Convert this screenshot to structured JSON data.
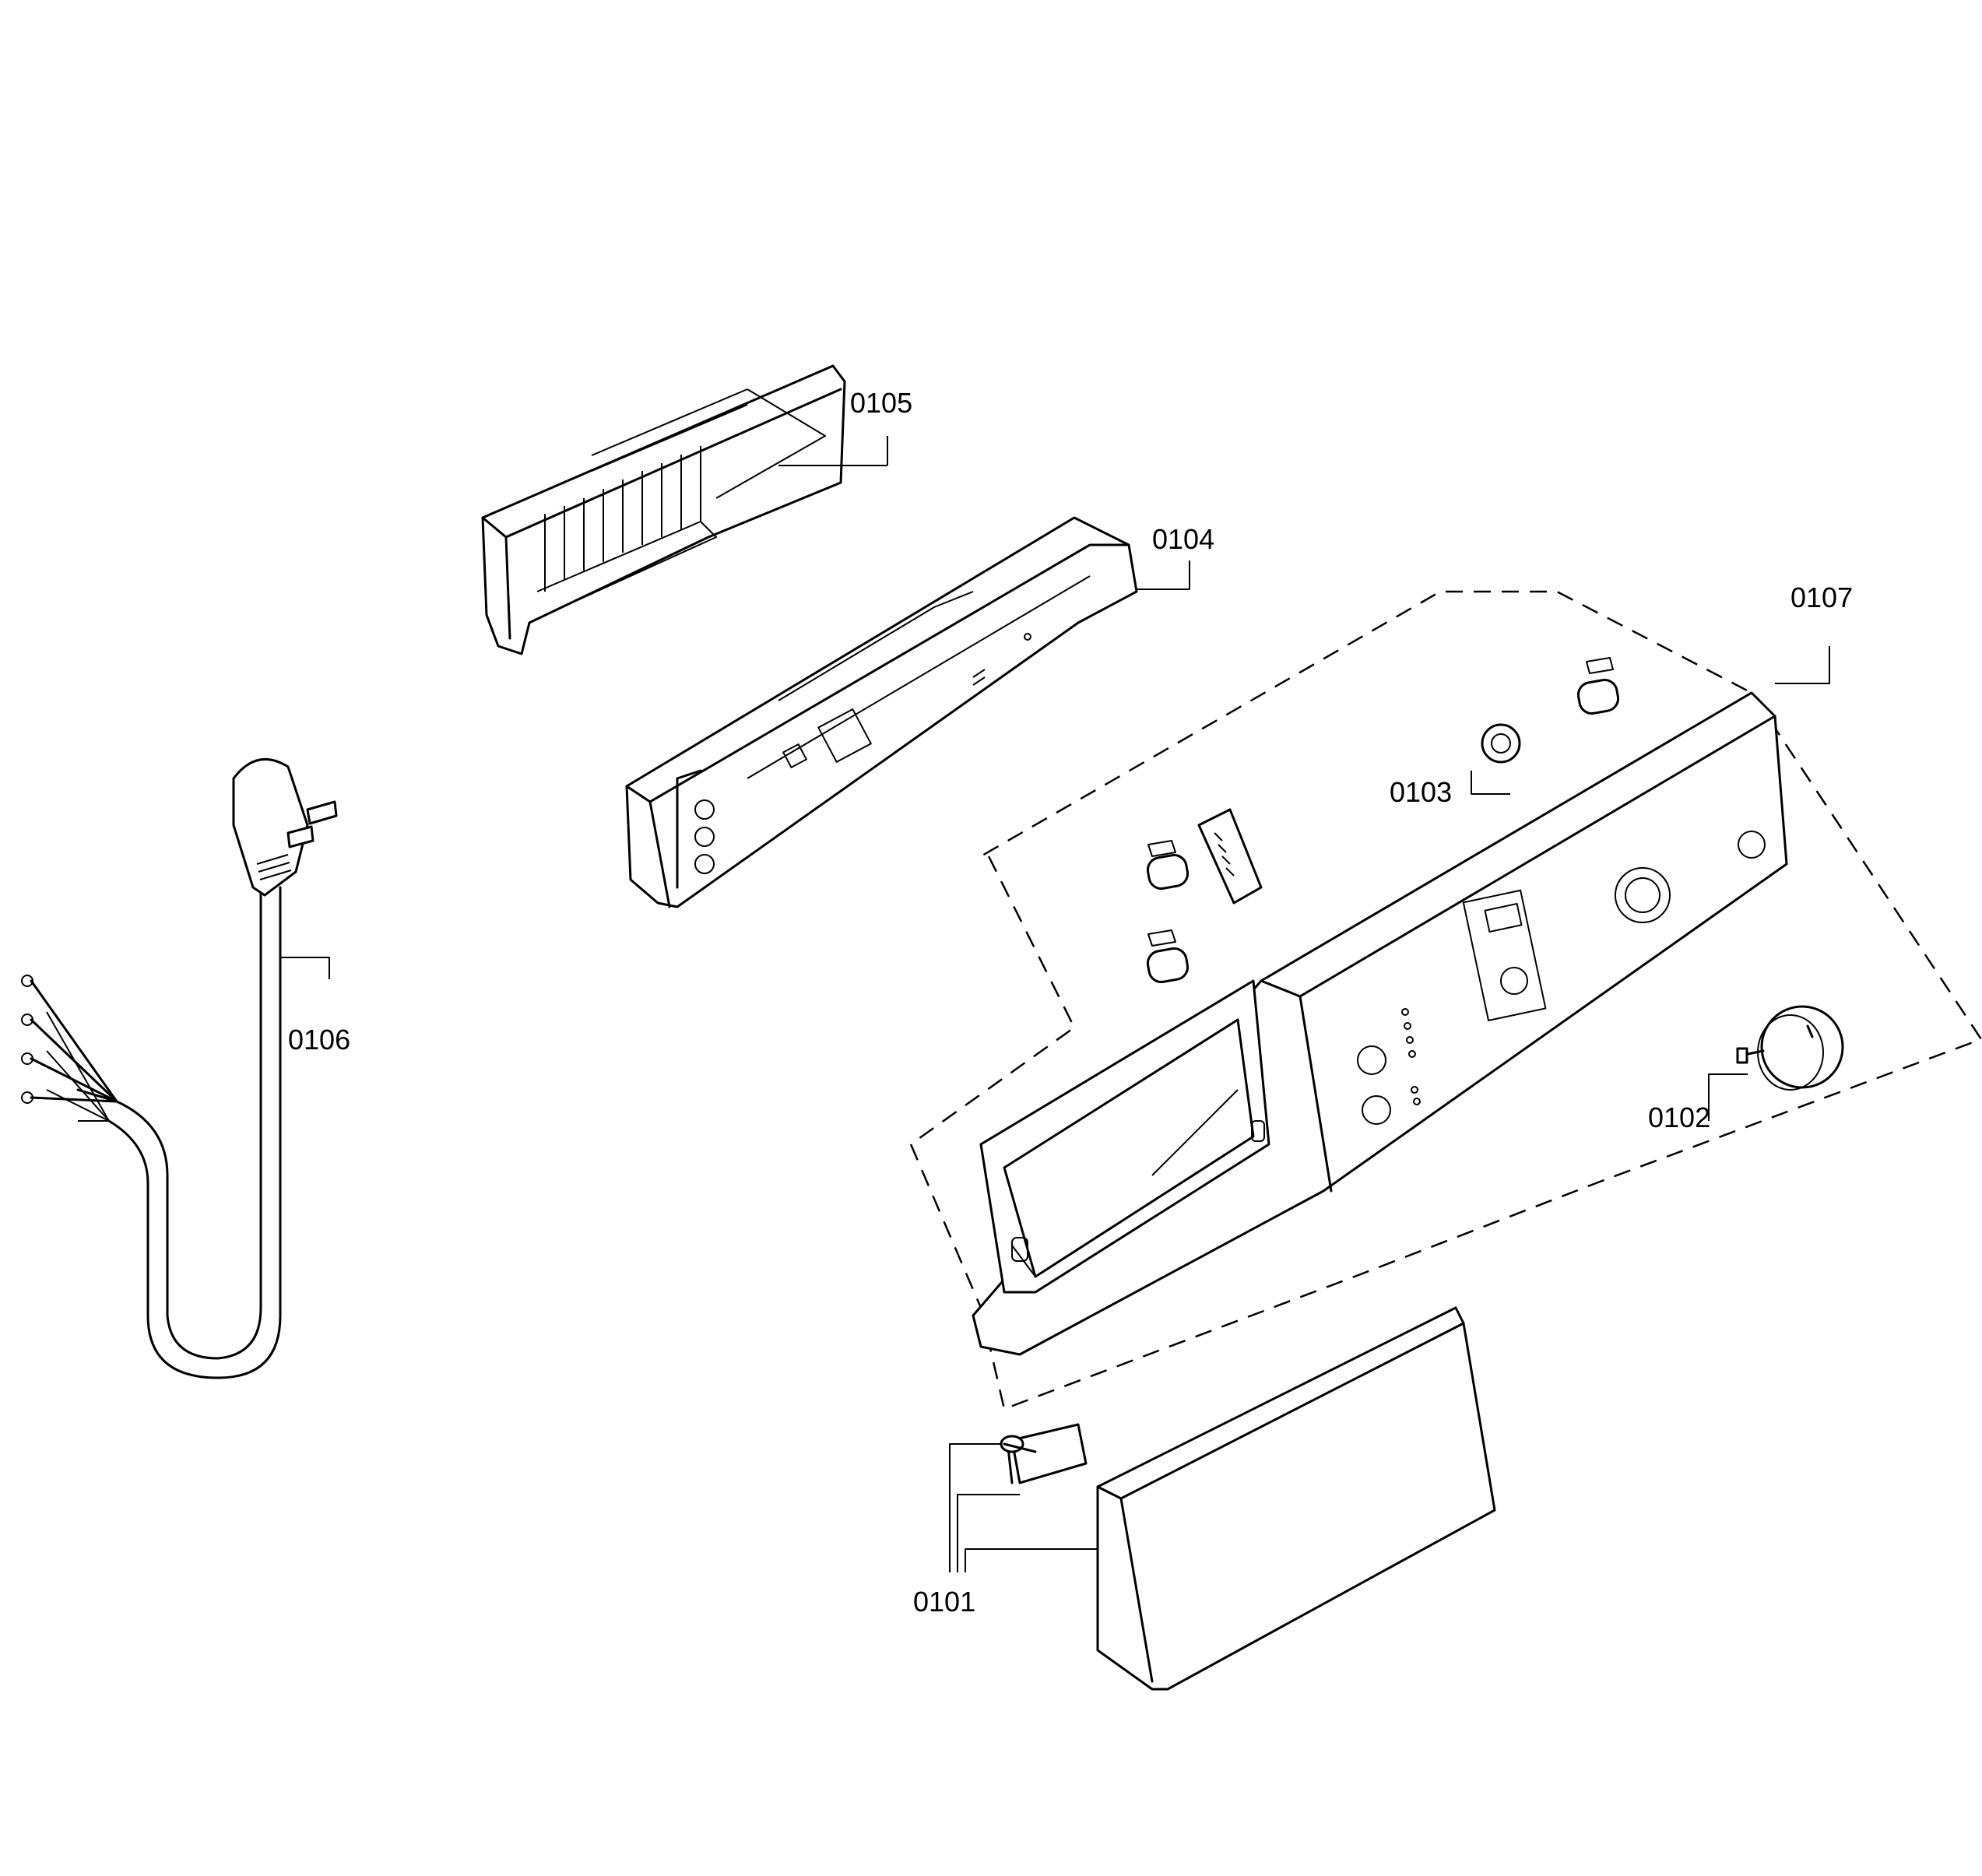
{
  "parts": [
    {
      "id": "0101"
    },
    {
      "id": "0102"
    },
    {
      "id": "0103"
    },
    {
      "id": "0104"
    },
    {
      "id": "0105"
    },
    {
      "id": "0106"
    },
    {
      "id": "0107"
    }
  ]
}
